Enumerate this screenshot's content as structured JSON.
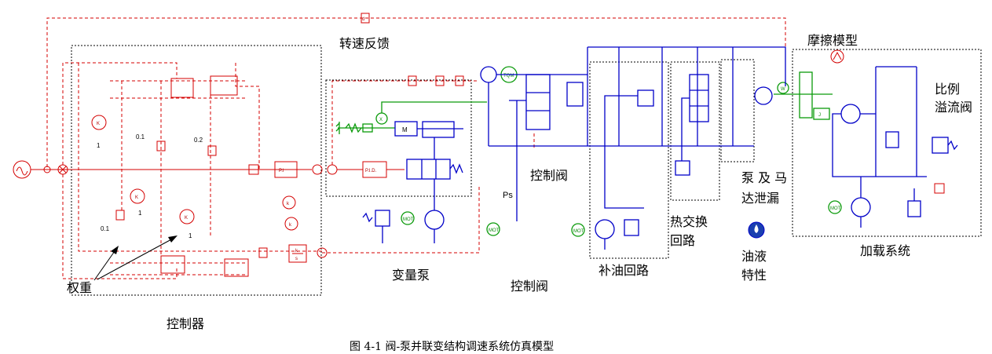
{
  "labels": {
    "speed_feedback": "转速反馈",
    "control_valve_top": "控制阀",
    "ps": "Ps",
    "friction_model": "摩擦模型",
    "proportional_relief_l1": "比例",
    "proportional_relief_l2": "溢流阀",
    "pump_motor_leak_l1": "泵 及 马",
    "pump_motor_leak_l2": "达泄漏",
    "heat_exchange_l1": "热交换",
    "heat_exchange_l2": "回路",
    "oil_prop_l1": "油液",
    "oil_prop_l2": "特性",
    "variable_pump": "变量泵",
    "control_valve_bottom": "控制阀",
    "makeup_circuit": "补油回路",
    "loading_system": "加载系统",
    "weight": "权重",
    "controller": "控制器"
  },
  "controller_values": {
    "k1": "K",
    "v1": "1",
    "v01a": "0.1",
    "v02": "0.2",
    "k2": "K",
    "v1b": "1",
    "k3": "K",
    "v1c": "1",
    "v01b": "0.1"
  },
  "blocks": {
    "pi": "P.I",
    "pid": "P.I.D.",
    "ks_num": "k",
    "ks_den": "s",
    "k_a": "k",
    "k_b": "k",
    "tqm": "TQM",
    "mot1": "MOT",
    "mot2": "MOT",
    "mot3": "MOT",
    "mot4": "MOT",
    "m": "M",
    "x": "X",
    "w": "W",
    "j": "J",
    "d": "d"
  },
  "caption": "图 4-1  阀-泵并联变结构调速系统仿真模型",
  "colors": {
    "signal": "#d40000",
    "hydraulic": "#0000c8",
    "mechanical": "#0a9a0a",
    "frame": "#000000"
  }
}
